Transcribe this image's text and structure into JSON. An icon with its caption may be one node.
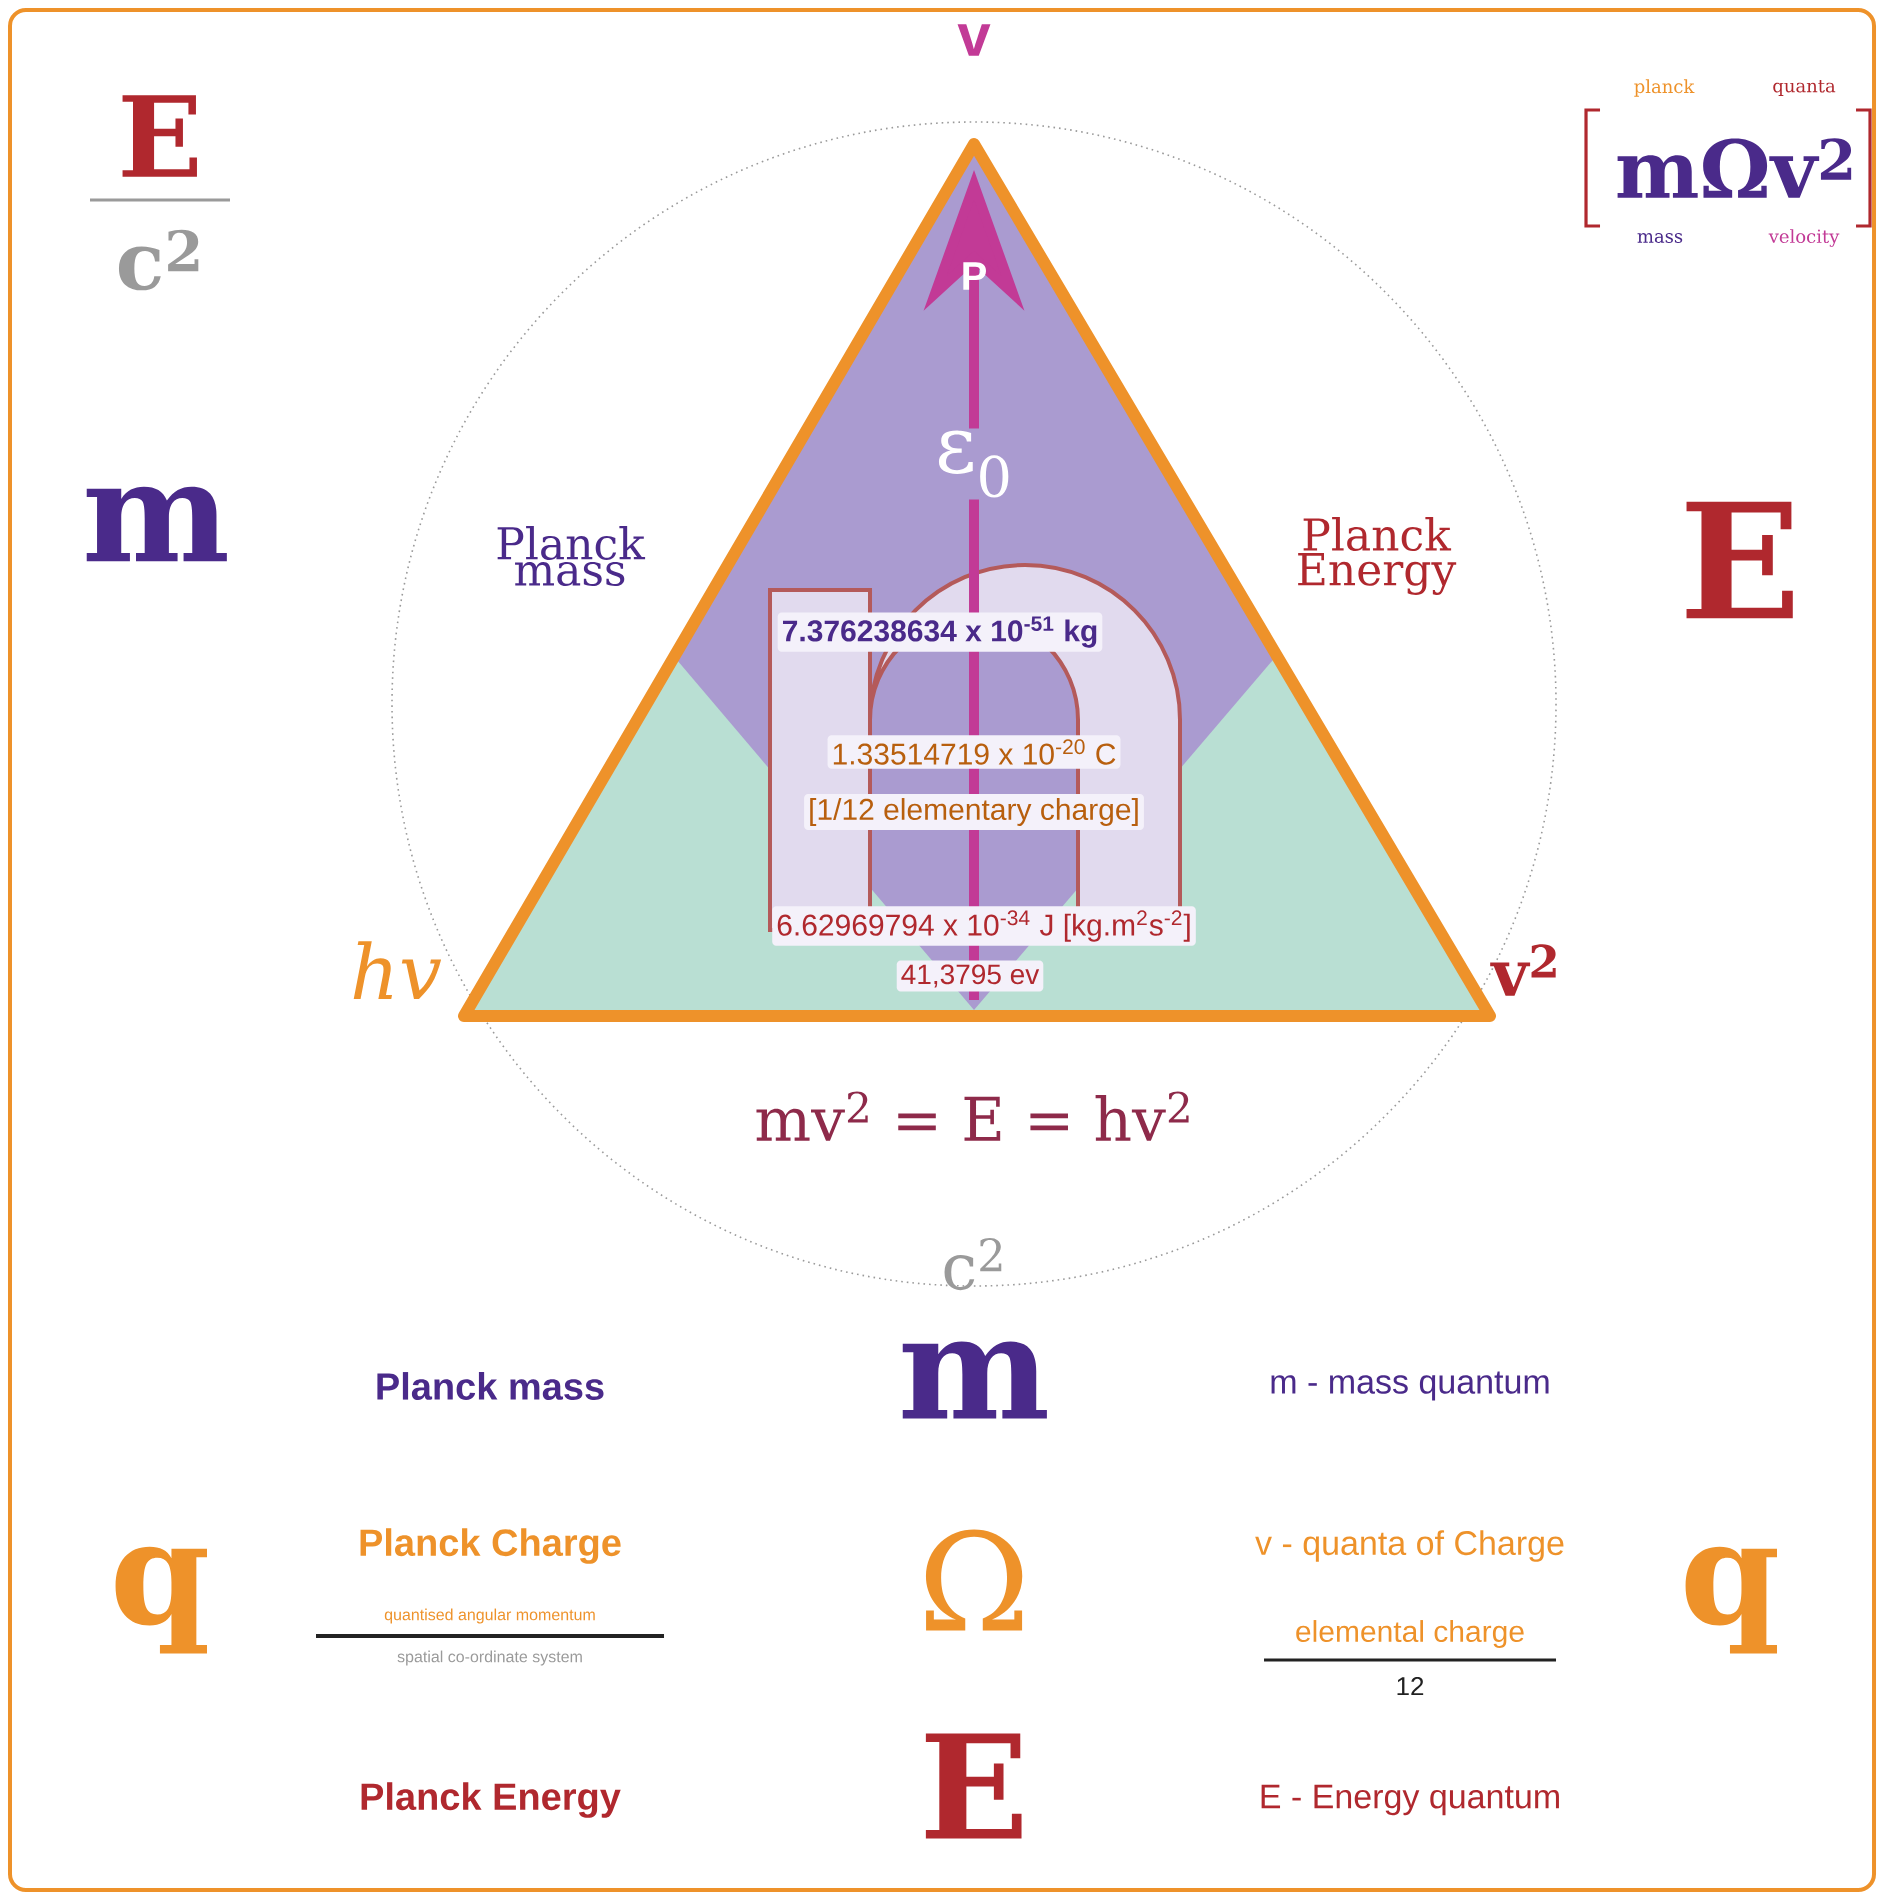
{
  "diagram": {
    "labels": [
      "E",
      "c$^{2}$",
      "v",
      "planck",
      "quanta",
      "mΩv$^{2}$",
      "mass",
      "velocity",
      "m",
      "Planck mass",
      "P",
      "ε$_{0}$",
      "Planck Energy",
      "E",
      "7.376238634 x 10$^{-51}$ kg",
      "1.33514719 x 10$^{-20}$ C",
      "[1/12 elementary charge]",
      "6.62969794 x 10$^{-34}$ J [kg.m$^{2}$s$^{-2}$]",
      "hv",
      "41,3795 ev",
      "v$^{2}$",
      "mv$^{2}$ = E = hv$^{2}$",
      "c$^{2}$",
      "Planck mass",
      "m",
      "m - mass quantum",
      "q",
      "Planck Charge",
      "Ω",
      "v - quanta of Charge",
      "q",
      "quantised angular momentum",
      "elemental charge",
      "spatial co-ordinate system",
      "12",
      "Planck Energy",
      "E",
      "E - Energy quantum"
    ]
  }
}
